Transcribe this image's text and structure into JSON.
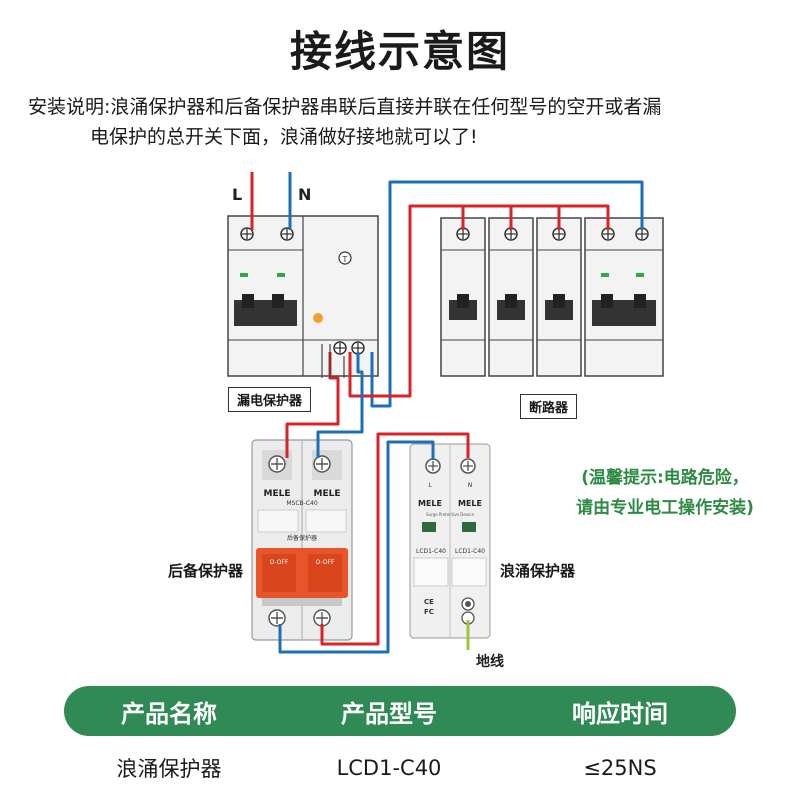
{
  "title": "接线示意图",
  "instructions": {
    "line1": "安装说明:浪涌保护器和后备保护器串联后直接并联在任何型号的空开或者漏",
    "line2": "电保护的总开关下面，浪涌做好接地就可以了!"
  },
  "terminals": {
    "live": "L",
    "neutral": "N",
    "test_mark": "T",
    "earth_label": "地线"
  },
  "labels": {
    "leakage_protector": "漏电保护器",
    "breakers": "断路器",
    "backup_protector": "后备保护器",
    "surge_protector": "浪涌保护器"
  },
  "device_text": {
    "brand": "MELE",
    "backup_model": "MSCB-C40",
    "backup_chinese": "后备保护器",
    "surge_subtitle": "Surge Protective Device",
    "surge_model": "LCD1-C40",
    "off_label": "O-OFF",
    "ce_mark": "CE",
    "fc_mark": "FC",
    "l_mark": "L",
    "n_mark": "N"
  },
  "tip": {
    "line1": "(温馨提示:电路危险，",
    "line2": "请由专业电工操作安装)"
  },
  "table": {
    "headers": [
      "产品名称",
      "产品型号",
      "响应时间"
    ],
    "row": [
      "浪涌保护器",
      "LCD1-C40",
      "≤25NS"
    ]
  },
  "colors": {
    "live_wire": "#d8232a",
    "neutral_wire": "#1f6fb8",
    "earth_wire": "#9bc53d",
    "table_green": "#2f8a55",
    "tip_green": "#2f8a44",
    "switch_orange": "#e8552a"
  }
}
